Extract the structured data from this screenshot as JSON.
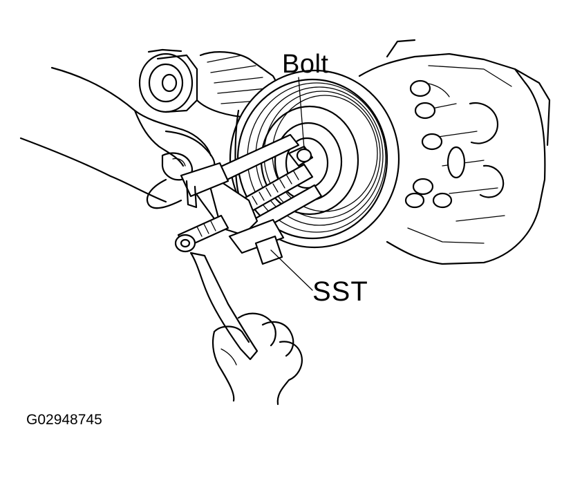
{
  "figure": {
    "labels": {
      "bolt": "Bolt",
      "sst": "SST"
    },
    "figure_code": "G02948745"
  }
}
